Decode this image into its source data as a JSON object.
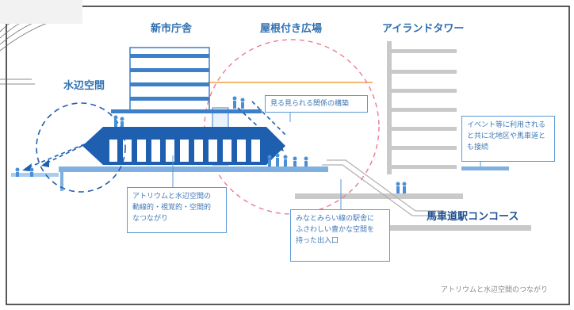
{
  "labels": {
    "city_hall": "新市庁舎",
    "roof_plaza": "屋根付き広場",
    "island_tower": "アイランドタワー",
    "waterside": "水辺空間",
    "concourse": "馬車道駅コンコース"
  },
  "notes": {
    "relationship": "見る見られる関係の構築",
    "event": [
      "イベント等に利用される",
      "と共に北地区や馬車道と",
      "も接続"
    ],
    "atrium": [
      "アトリウムと水辺空間の",
      "動線的・視覚的・空間的",
      "なつながり"
    ],
    "station": [
      "みなとみらい線の駅舎に",
      "ふさわしい豊かな空間を",
      "持った出入口"
    ]
  },
  "caption": "アトリウムと水辺空間のつながり",
  "colors": {
    "blue_dark": "#1f5fb0",
    "blue_mid": "#3d7fc8",
    "blue_light": "#7fb0e0",
    "gray": "#c8c8c8",
    "pink": "#ee7a90",
    "orange": "#f0a040"
  }
}
